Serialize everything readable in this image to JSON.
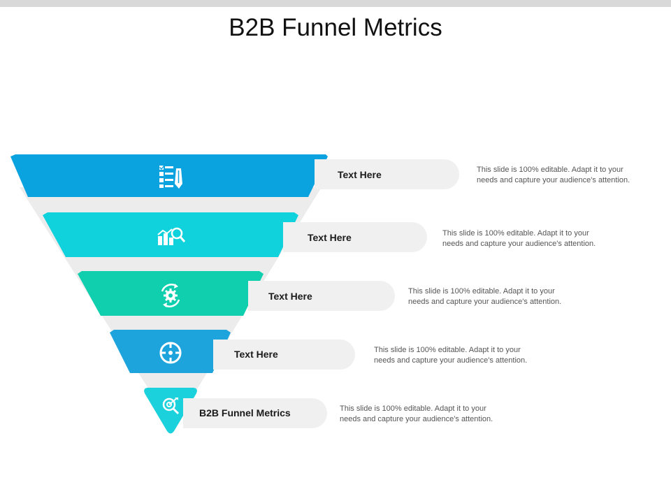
{
  "title": "B2B Funnel Metrics",
  "colors": {
    "stage1": "#0aa3df",
    "stage2": "#10d2dc",
    "stage3": "#0fcfae",
    "stage4": "#1ea4dd",
    "stage5": "#1bd1dc",
    "pill": "#f0f0f0"
  },
  "stages": [
    {
      "label": "Text Here",
      "desc_line1": "This slide is 100% editable. Adapt it to your",
      "desc_line2": "needs and capture your audience's attention.",
      "icon": "checklist-pencil-icon"
    },
    {
      "label": "Text Here",
      "desc_line1": "This slide is 100% editable. Adapt it to your",
      "desc_line2": "needs and capture your audience's attention.",
      "icon": "chart-magnifier-icon"
    },
    {
      "label": "Text Here",
      "desc_line1": "This slide is 100% editable. Adapt it to your",
      "desc_line2": "needs and capture your audience's attention.",
      "icon": "gear-cycle-icon"
    },
    {
      "label": "Text Here",
      "desc_line1": "This slide is 100% editable. Adapt it to your",
      "desc_line2": "needs and capture your audience's attention.",
      "icon": "target-icon"
    },
    {
      "label": "B2B Funnel Metrics",
      "desc_line1": "This slide is 100% editable. Adapt it to your",
      "desc_line2": "needs and capture your audience's attention.",
      "icon": "magnifier-target-icon"
    }
  ]
}
